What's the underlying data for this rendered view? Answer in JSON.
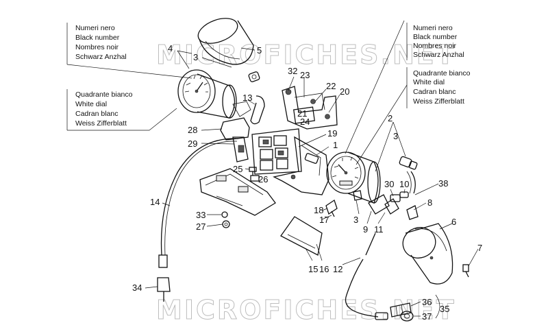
{
  "watermark": "MICROFICHES.NET",
  "notes": {
    "left_black": [
      "Numeri nero",
      "Black number",
      "Nombres noir",
      "Schwarz Anzhal"
    ],
    "left_white": [
      "Quadrante bianco",
      "White dial",
      "Cadran blanc",
      "Weiss Zifferblatt"
    ],
    "right_black": [
      "Numeri nero",
      "Black number",
      "Nombres noir",
      "Schwarz Anzhal"
    ],
    "right_white": [
      "Quadrante bianco",
      "White dial",
      "Cadran blanc",
      "Weiss Zifferblatt"
    ]
  },
  "callouts": {
    "c4": "4",
    "c3a": "3",
    "c5": "5",
    "c32": "32",
    "c23": "23",
    "c22": "22",
    "c20": "20",
    "c21": "21",
    "c24": "24",
    "c13": "13",
    "c28": "28",
    "c29": "29",
    "c19": "19",
    "c1": "1",
    "c25": "25",
    "c26": "26",
    "c14": "14",
    "c33": "33",
    "c27": "27",
    "c18": "18",
    "c17": "17",
    "c15": "15",
    "c16": "16",
    "c12": "12",
    "c34": "34",
    "c2": "2",
    "c3b": "3",
    "c3c": "3",
    "c9": "9",
    "c11": "11",
    "c30": "30",
    "c10": "10",
    "c38": "38",
    "c8": "8",
    "c6": "6",
    "c7": "7",
    "c36": "36",
    "c37": "37",
    "c35": "35"
  }
}
